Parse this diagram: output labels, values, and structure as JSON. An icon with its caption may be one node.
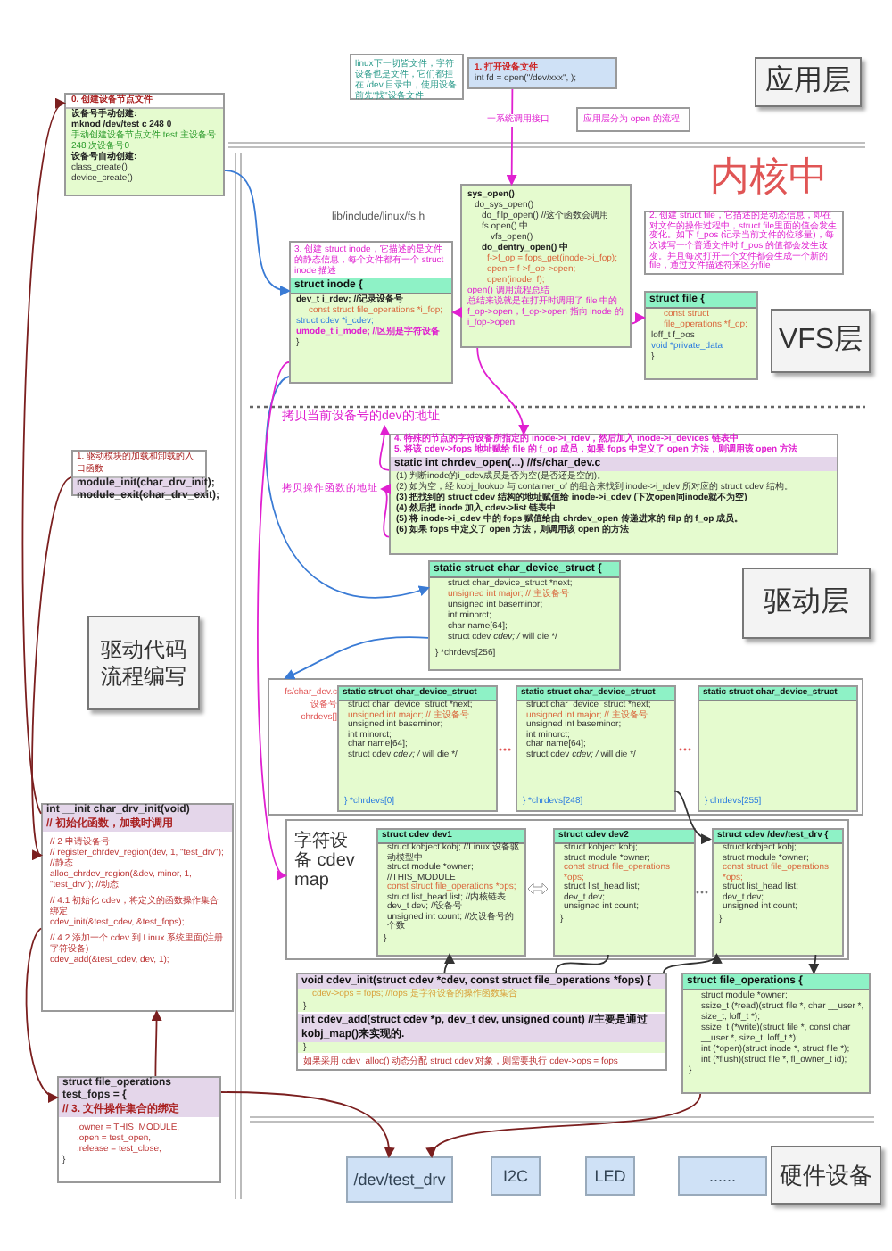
{
  "diagram": {
    "nodes": [
      {
        "text": [
          "linux下一切皆文件，字符设备也是文件，它们都挂在 /dev 目录中，使用设备前先“找”设备文件"
        ]
      },
      {
        "text": [
          "1. 打开设备文件",
          "int fd = open(\"/dev/xxx\", );"
        ]
      },
      {
        "text": [
          "应用层"
        ]
      },
      {
        "text": [
          "应用层分为 open 的流程"
        ]
      },
      {
        "text": [
          "0. 创建设备节点文件",
          "设备号手动创建:",
          "mknod /dev/test c 248 0",
          "手动创建设备节点文件 test 主设备号248 次设备号0",
          "设备号自动创建:",
          "class_create()",
          "device_create()"
        ]
      },
      {
        "text": [
          "sys_open()",
          "do_sys_open()",
          "do_filp_open() //这个函数会调用 fs.open() 中",
          "vfs_open()",
          "do_dentry_open() 中",
          "f->f_op = fops_get(inode->i_fop);",
          "open = f->f_op->open;",
          "open(inode, f);",
          "open() 调用流程总结",
          "总结来说就是在打开时调用了 file 中的 f_op->open，f_op->open 指向 inode 的 i_fop->open"
        ]
      },
      {
        "text": [
          "2. 创建 struct file，它描述的是动态信息，即在对文件的操作过程中，struct file里面的值会发生变化。如下 f_pos (记录当前文件的位移量)，每次读写一个普通文件时 f_pos 的值都会发生改变。并且每次打开一个文件都会生成一个新的file，通过文件描述符来区分file"
        ]
      },
      {
        "text": [
          "struct file {",
          "const struct file_operations *f_op;",
          "loff_t   f_pos",
          "void   *private_data",
          "}"
        ]
      },
      {
        "text": [
          "VFS层"
        ]
      },
      {
        "text": [
          "3. 创建 struct inode，它描述的是文件的静态信息，每个文件都有一个 struct inode 描述",
          "struct inode {",
          "dev_t i_rdev; //记录设备号",
          "const struct file_operations *i_fop;",
          "struct cdev *i_cdev;",
          "umode_t i_mode; //区别是字符设备",
          "}"
        ]
      },
      {
        "text": [
          "拷贝当前设备号的dev的地址"
        ]
      },
      {
        "text": [
          "4. 特殊的节点的字符设备所指定的 inode->i_rdev，然后加入 inode->i_devices 链表中",
          "5. 将该 cdev->fops 地址赋给 file 的 f_op 成员，如果 fops 中定义了 open 方法，则调用该 open 方法",
          "static int chrdev_open(...) //fs/char_dev.c",
          "(1) 判断inode的i_cdev成员是否为空(是否还是空的)。",
          "(2) 如为空，经 kobj_lookup 与 container_of 的组合来找到 inode->i_rdev 所对应的 struct cdev 结构。",
          "(3) 把找到的 struct cdev 结构的地址赋值给 inode->i_cdev (下次open同inode就不为空)",
          "(4) 然后把 inode 加入 cdev->list 链表中",
          "(5) 将 inode->i_cdev 中的 fops 赋值给由 chrdev_open 传递进来的 filp 的 f_op 成员。",
          "(6) 如果 fops 中定义了 open 方法，则调用该 open 的方法"
        ]
      },
      {
        "text": [
          "拷贝操作函数的地址"
        ]
      },
      {
        "text": [
          "1. 驱动模块的加载和卸载的入口函数",
          "module_init(char_drv_init);",
          "module_exit(char_drv_exit);"
        ]
      },
      {
        "text": [
          "驱动代码流程编写"
        ]
      },
      {
        "text": [
          "static struct char_device_struct {",
          "struct char_device_struct *next;",
          "unsigned int major;   // 主设备号",
          "unsigned int baseminor;",
          "int minorct;",
          "char name[64];",
          "struct cdev *cdev;   /* will die */",
          "} *chrdevs[256]"
        ]
      },
      {
        "text": [
          "驱动层"
        ]
      },
      {
        "text": [
          "fs/char_dev.c",
          "设备号 chrdevs[]"
        ]
      },
      {
        "text": [
          "static struct char_device_struct",
          "struct char_device_struct *next;",
          "unsigned int major;  // 主设备号",
          "unsigned int baseminor;",
          "int minorct;",
          "char name[64];",
          "struct cdev *cdev; /* will die */",
          "} *chrdevs[0]"
        ],
        "in": 17
      },
      {
        "text": [
          "static struct char_device_struct",
          "struct char_device_struct *next;",
          "unsigned int major;  // 主设备号",
          "unsigned int baseminor;",
          "int minorct;",
          "char name[64];",
          "struct cdev *cdev; /* will die */",
          "} *chrdevs[248]"
        ],
        "in": 17
      },
      {
        "text": [
          "static struct char_device_struct",
          "} chrdevs[255]"
        ],
        "in": 17
      },
      {
        "text": [
          "int __init char_drv_init(void)",
          "// 初始化函数，加载时调用",
          "// 2 申请设备号",
          "// register_chrdev_region(dev, 1, \"test_drv\"); //静态",
          "alloc_chrdev_region(&dev, minor, 1, \"test_drv\"); //动态",
          "// 4.1 初始化 cdev，将定义的函数操作集合绑定",
          "cdev_init(&test_cdev, &test_fops);",
          "// 4.2 添加一个 cdev 到 Linux 系统里面(注册字符设备)",
          "cdev_add(&test_cdev, dev, 1);"
        ]
      },
      {
        "text": [
          "字符设备 cdev map"
        ]
      },
      {
        "text": [
          "struct cdev dev1",
          "struct kobject kobj; //Linux 设备驱动模型中",
          "struct module *owner; //THIS_MODULE",
          "const struct file_operations *ops;",
          "struct list_head list; //内核链表",
          "dev_t dev; //设备号",
          "unsigned int count; //次设备号的个数",
          "}"
        ],
        "in": 22
      },
      {
        "text": [
          "struct cdev dev2",
          "struct kobject kobj;",
          "struct module *owner;",
          "const struct file_operations *ops;",
          "struct list_head list;",
          "dev_t dev;",
          "unsigned int count;",
          "}"
        ],
        "in": 22
      },
      {
        "text": [
          "struct cdev /dev/test_drv {",
          "struct kobject kobj;",
          "struct module *owner;",
          "const struct file_operations *ops;",
          "struct list_head list;",
          "dev_t dev;",
          "unsigned int count;",
          "}"
        ],
        "in": 22
      },
      {
        "text": [
          "void cdev_init(struct cdev *cdev, const struct file_operations *fops) {",
          "cdev->ops = fops; //fops 是字符设备的操作函数集合",
          "}",
          "int cdev_add(struct cdev *p, dev_t dev, unsigned count) //主要是通过kobj_map()来实现的.",
          "}",
          "如果采用 cdev_alloc() 动态分配 struct cdev 对象，则需要执行 cdev->ops = fops"
        ]
      },
      {
        "text": [
          "struct file_operations {",
          "struct module *owner;",
          "ssize_t (*read)(struct file *, char __user *, size_t, loff_t *);",
          "ssize_t (*write)(struct file *, const char __user *, size_t, loff_t *);",
          "int (*open)(struct inode *, struct file *);",
          "int (*flush)(struct file *, fl_owner_t id);",
          "}"
        ]
      },
      {
        "text": [
          "struct file_operations test_fops = {",
          "// 3. 文件操作集合的绑定",
          ".owner = THIS_MODULE,",
          ".open = test_open,",
          ".release = test_close,",
          "}"
        ]
      },
      {
        "text": [
          "/dev/test_drv"
        ]
      },
      {
        "text": [
          "I2C"
        ]
      },
      {
        "text": [
          "LED"
        ]
      },
      {
        "text": [
          "......"
        ]
      },
      {
        "text": [
          "硬件设备"
        ]
      }
    ],
    "edges": [
      {
        "from": 1,
        "to": 5,
        "arrow": "to",
        "label": "一系统调用接口"
      },
      {
        "from": 5,
        "to": 7,
        "arrow": "to"
      },
      {
        "from": 5,
        "to": 9,
        "arrow": "to"
      },
      {
        "from": 5,
        "to": 11,
        "arrow": "to"
      },
      {
        "from": 4,
        "to": 9,
        "arrow": "to",
        "color": "#3a7bd5"
      },
      {
        "from": 21,
        "to": 4,
        "arrow": "to",
        "color": "#7b1f1f"
      },
      {
        "from": 13,
        "to": 21,
        "arrow": "to",
        "color": "#7b1f1f"
      },
      {
        "from": 21,
        "to": 28,
        "arrow": "to",
        "color": "#7b1f1f"
      },
      {
        "from": 28,
        "to": 21,
        "arrow": "to",
        "color": "#7b1f1f"
      },
      {
        "from": 28,
        "to": 29,
        "arrow": "to",
        "color": "#7b1f1f"
      },
      {
        "from": 27,
        "to": 29,
        "arrow": "to",
        "color": "#7b1f1f"
      },
      {
        "from": 11,
        "to": 10,
        "arrow": "to"
      },
      {
        "from": 11,
        "to": 12,
        "arrow": "to"
      },
      {
        "from": 9,
        "to": 15,
        "arrow": "to",
        "color": "#3a7bd5"
      },
      {
        "from": 9,
        "to": 22,
        "arrow": "to"
      },
      {
        "from": 15,
        "to": 17,
        "arrow": "to",
        "color": "#3a7bd5"
      },
      {
        "from": 19,
        "to": 25,
        "arrow": "to",
        "color": "#333333"
      },
      {
        "from": 26,
        "to": 23,
        "arrow": "to",
        "color": "#333333"
      },
      {
        "from": 26,
        "to": 24,
        "arrow": "none",
        "color": "#333333"
      },
      {
        "from": 26,
        "to": 25,
        "arrow": "to",
        "color": "#333333"
      },
      {
        "from": 25,
        "to": 27,
        "arrow": "to",
        "color": "#333333"
      }
    ],
    "labels": [
      "内核中",
      "lib/include/linux/fs.h"
    ]
  }
}
